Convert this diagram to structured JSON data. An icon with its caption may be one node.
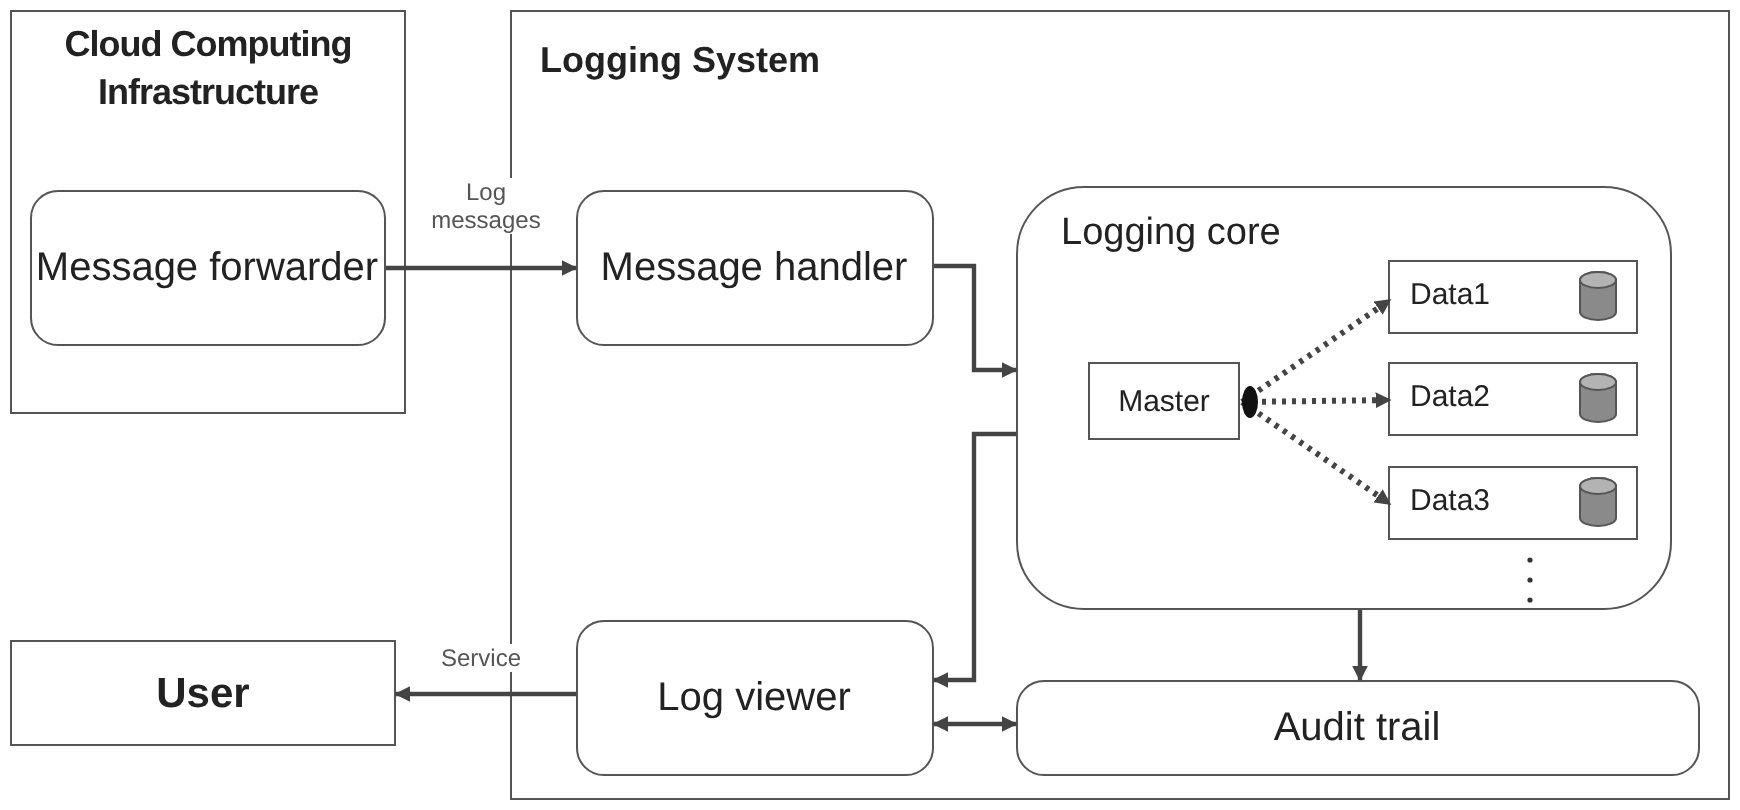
{
  "diagram": {
    "nodes": [
      {
        "text": [
          "Cloud Computing Infrastructure"
        ]
      },
      {
        "text": [
          "Message forwarder"
        ],
        "in": 0
      },
      {
        "text": [
          "Logging System"
        ]
      },
      {
        "text": [
          "Message handler"
        ],
        "in": 2
      },
      {
        "text": [
          "Logging core"
        ],
        "in": 2
      },
      {
        "text": [
          "Master"
        ],
        "in": 4
      },
      {
        "text": [
          "Data1"
        ],
        "in": 4
      },
      {
        "text": [
          "Data2"
        ],
        "in": 4
      },
      {
        "text": [
          "Data3"
        ],
        "in": 4
      },
      {
        "text": [
          "Log viewer"
        ],
        "in": 2
      },
      {
        "text": [
          "Audit trail"
        ],
        "in": 2
      },
      {
        "text": [
          "User"
        ]
      }
    ],
    "edges": [
      {
        "from": 1,
        "to": 3,
        "arrow": "to",
        "label": "Log messages"
      },
      {
        "from": 3,
        "to": 4,
        "arrow": "to"
      },
      {
        "from": 4,
        "to": 9,
        "arrow": "to"
      },
      {
        "from": 5,
        "to": 6,
        "arrow": "to",
        "style": "dashed"
      },
      {
        "from": 5,
        "to": 7,
        "arrow": "to",
        "style": "dashed"
      },
      {
        "from": 5,
        "to": 8,
        "arrow": "to",
        "style": "dashed"
      },
      {
        "from": 4,
        "to": 10,
        "arrow": "to"
      },
      {
        "from": 9,
        "to": 10,
        "arrow": "both"
      },
      {
        "from": 9,
        "to": 11,
        "arrow": "to",
        "label": "Service"
      }
    ]
  }
}
